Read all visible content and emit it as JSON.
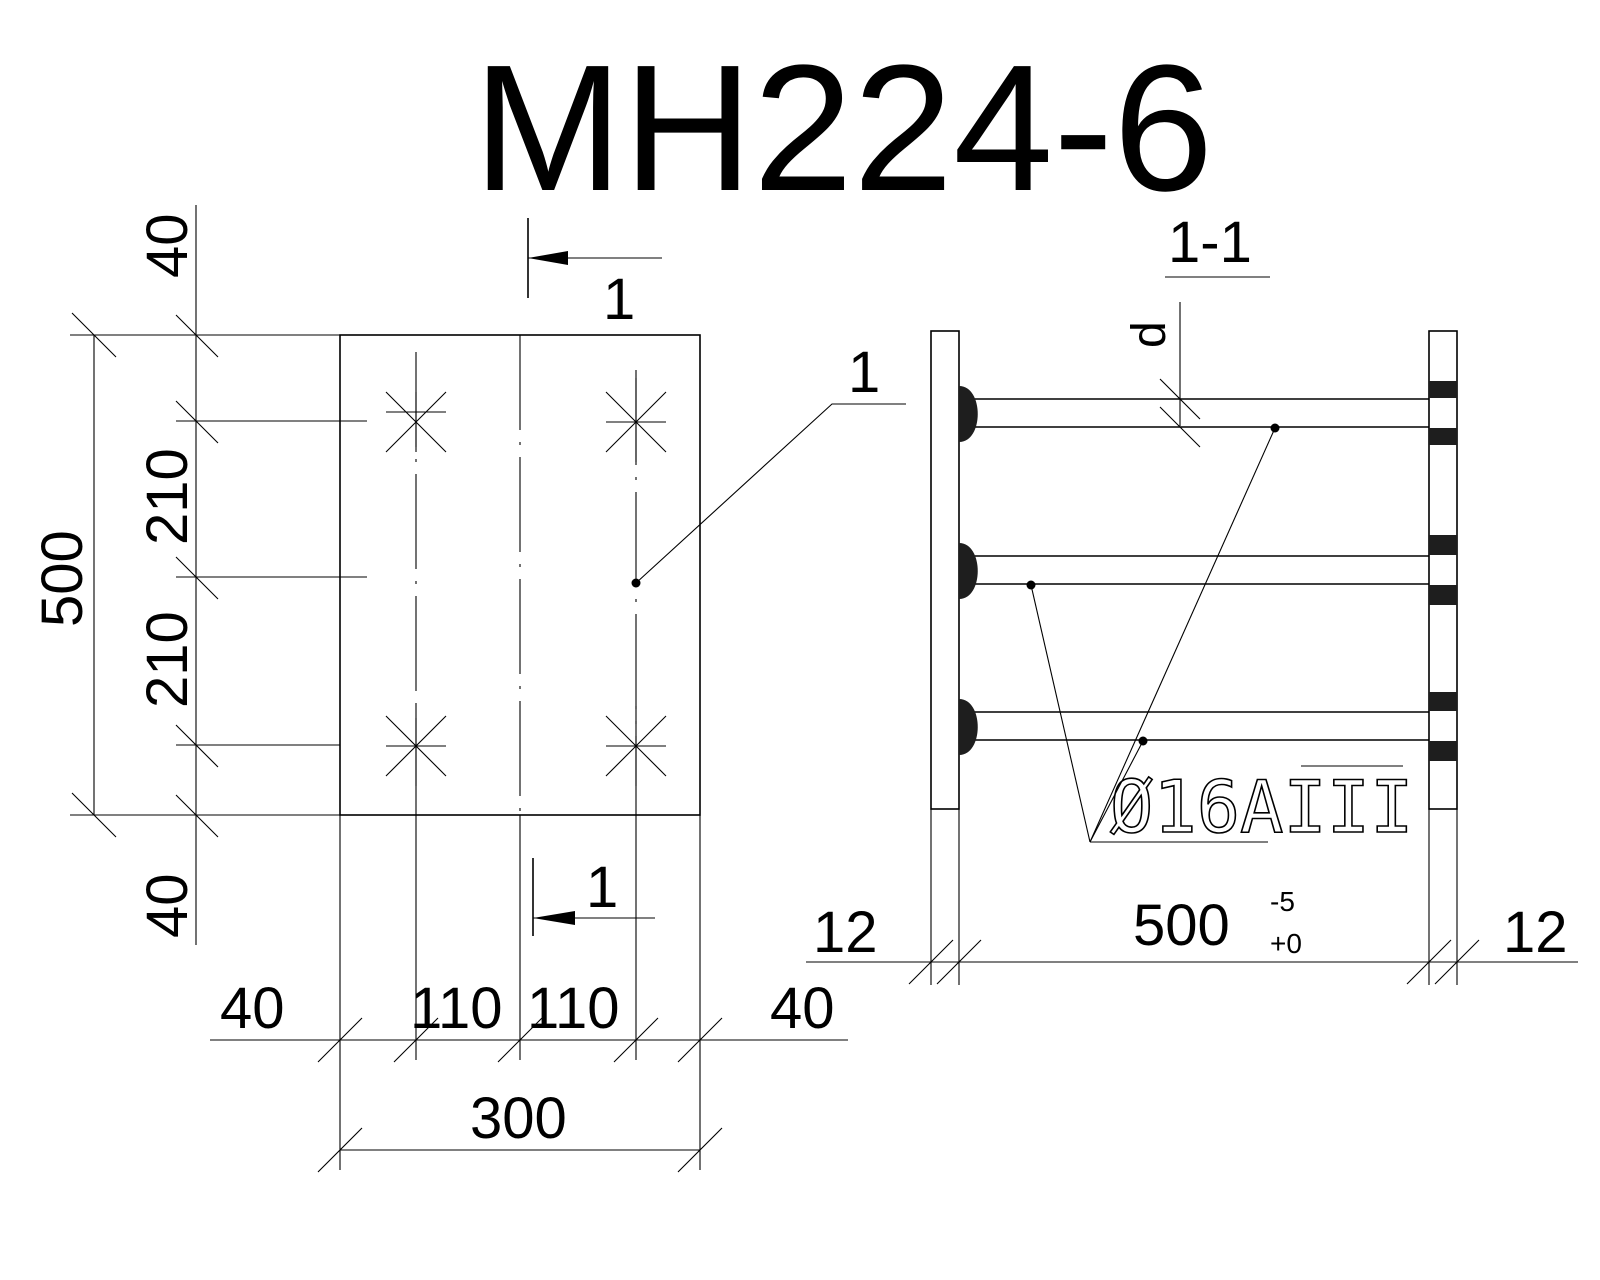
{
  "title": "MH224-6",
  "plan": {
    "dims_vertical": [
      "40",
      "210",
      "210",
      "40"
    ],
    "dim_overall_height": "500",
    "dims_horizontal": [
      "40",
      "110",
      "110",
      "40"
    ],
    "dim_overall_width": "300",
    "section_marker_top": "1",
    "section_marker_bottom": "1",
    "leader_label": "1"
  },
  "section": {
    "label": "1-1",
    "d_label": "d",
    "rebar_label": "Ø16AIII",
    "length": "500",
    "tolerance_upper": "-5",
    "tolerance_lower": "+0",
    "plate_left": "12",
    "plate_right": "12"
  }
}
